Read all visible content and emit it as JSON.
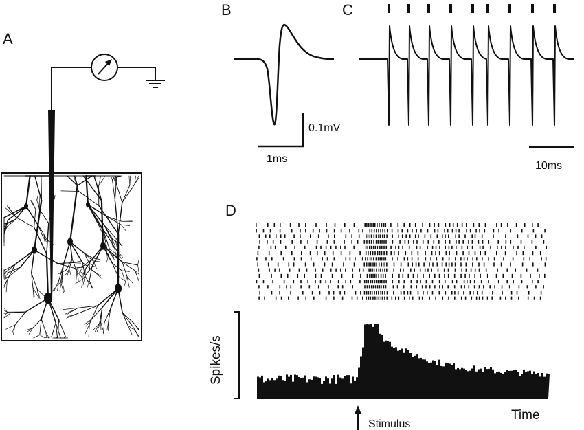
{
  "panels": {
    "a": {
      "label": "A"
    },
    "b": {
      "label": "B",
      "voltage_scale": "0.1mV",
      "time_scale": "1ms"
    },
    "c": {
      "label": "C",
      "time_scale": "10ms",
      "spike_count": 9
    },
    "d": {
      "label": "D",
      "ylabel": "Spikes/s",
      "xlabel": "Time",
      "stimulus_label": "Stimulus",
      "raster_trials": 14
    }
  },
  "colors": {
    "ink": "#111111",
    "background": "#ffffff"
  },
  "icons": [
    "voltmeter-icon",
    "ground-icon",
    "electrode-icon",
    "neuron-tissue-icon"
  ]
}
